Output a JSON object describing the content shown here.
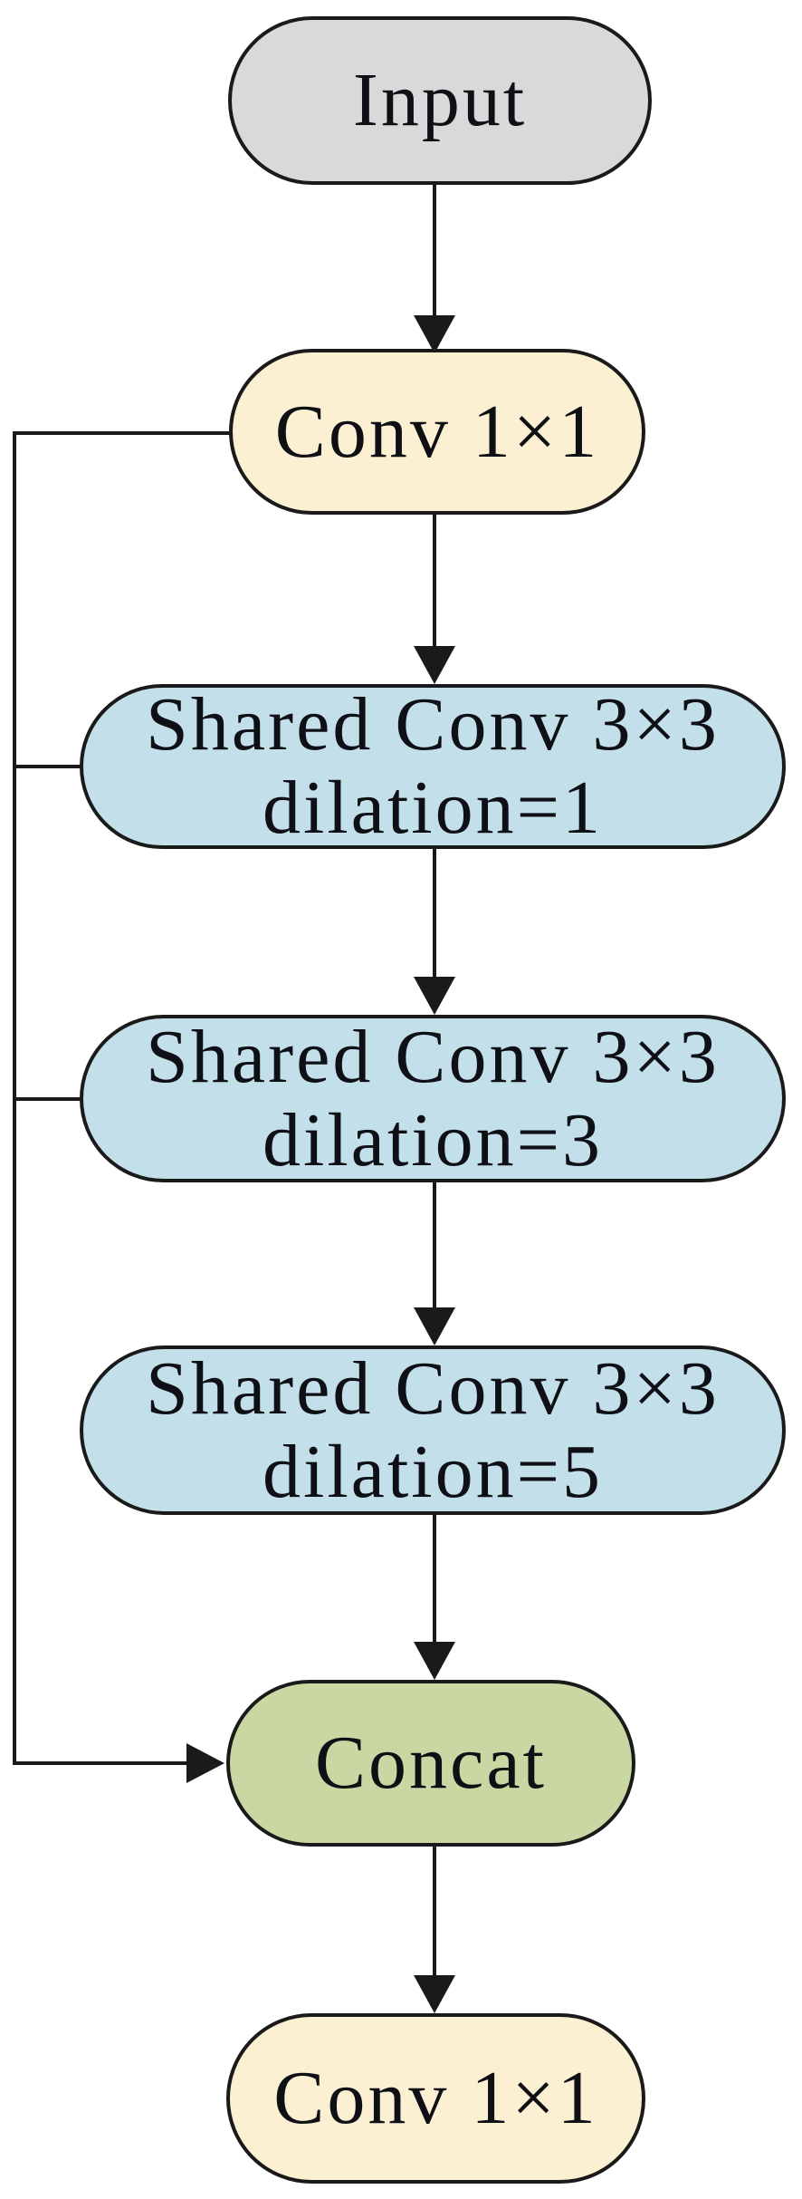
{
  "figure": {
    "background": "#ffffff",
    "line_color": "#1a1a1a",
    "text_color": "#0f0f16"
  },
  "nodes": {
    "input": {
      "label": "Input",
      "fill": "#d9d9d9"
    },
    "conv_top": {
      "label": "Conv 1×1",
      "fill": "#fbf0d2"
    },
    "shared1": {
      "line1": "Shared Conv 3×3",
      "line2": "dilation=1",
      "fill": "#c3e0ea"
    },
    "shared2": {
      "line1": "Shared Conv 3×3",
      "line2": "dilation=3",
      "fill": "#c3e0ea"
    },
    "shared3": {
      "line1": "Shared Conv 3×3",
      "line2": "dilation=5",
      "fill": "#c3e0ea"
    },
    "concat": {
      "label": "Concat",
      "fill": "#c9d8a2"
    },
    "conv_bottom": {
      "label": "Conv 1×1",
      "fill": "#fbf0d2"
    }
  },
  "edges": [
    {
      "from": "input",
      "to": "conv_top"
    },
    {
      "from": "conv_top",
      "to": "shared1"
    },
    {
      "from": "shared1",
      "to": "shared2"
    },
    {
      "from": "shared2",
      "to": "shared3"
    },
    {
      "from": "shared3",
      "to": "concat"
    },
    {
      "from": "conv_top",
      "to": "concat",
      "via": "left-skip-rail"
    },
    {
      "from": "shared1",
      "to": "concat",
      "via": "left-skip-rail"
    },
    {
      "from": "shared2",
      "to": "concat",
      "via": "left-skip-rail"
    },
    {
      "from": "concat",
      "to": "conv_bottom"
    }
  ]
}
